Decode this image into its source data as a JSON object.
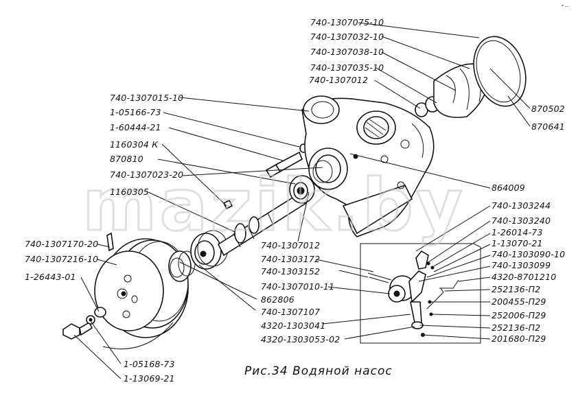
{
  "figure": {
    "caption": "Рис.34 Водяной насос",
    "watermark": "mazik.by",
    "corner_mark": "* ---"
  },
  "labels": {
    "l01": "740-1307075-10",
    "l02": "740-1307032-10",
    "l03": "740-1307038-10",
    "l04": "740-1307035-10",
    "l05": "740-1307012",
    "l06": "740-1307015-10",
    "l07": "1-05166-73",
    "l08": "1-60444-21",
    "l09": "1160304 К",
    "l10": "870810",
    "l11": "740-1307023-20",
    "l12": "1160305",
    "l13": "870502",
    "l14": "870641",
    "l15": "864009",
    "l16": "740-1303244",
    "l17": "740-1303240",
    "l18": "1-26014-73",
    "l19": "1-13070-21",
    "l20": "740-1303090-10",
    "l21": "740-1303099",
    "l22": "4320-8701210",
    "l23": "252136-П2",
    "l24": "200455-П29",
    "l25": "252006-П29",
    "l26": "252136-П2",
    "l27": "201680-П29",
    "l28": "740-1307012",
    "l29": "740-1303172",
    "l30": "740-1303152",
    "l31": "740-1307010-11",
    "l32": "862806",
    "l33": "740-1307107",
    "l34": "4320-1303041",
    "l35": "4320-1303053-02",
    "l36": "740-1307170-20",
    "l37": "740-1307216-10",
    "l38": "1-26443-01",
    "l39": "1-05168-73",
    "l40": "1-13069-21"
  }
}
